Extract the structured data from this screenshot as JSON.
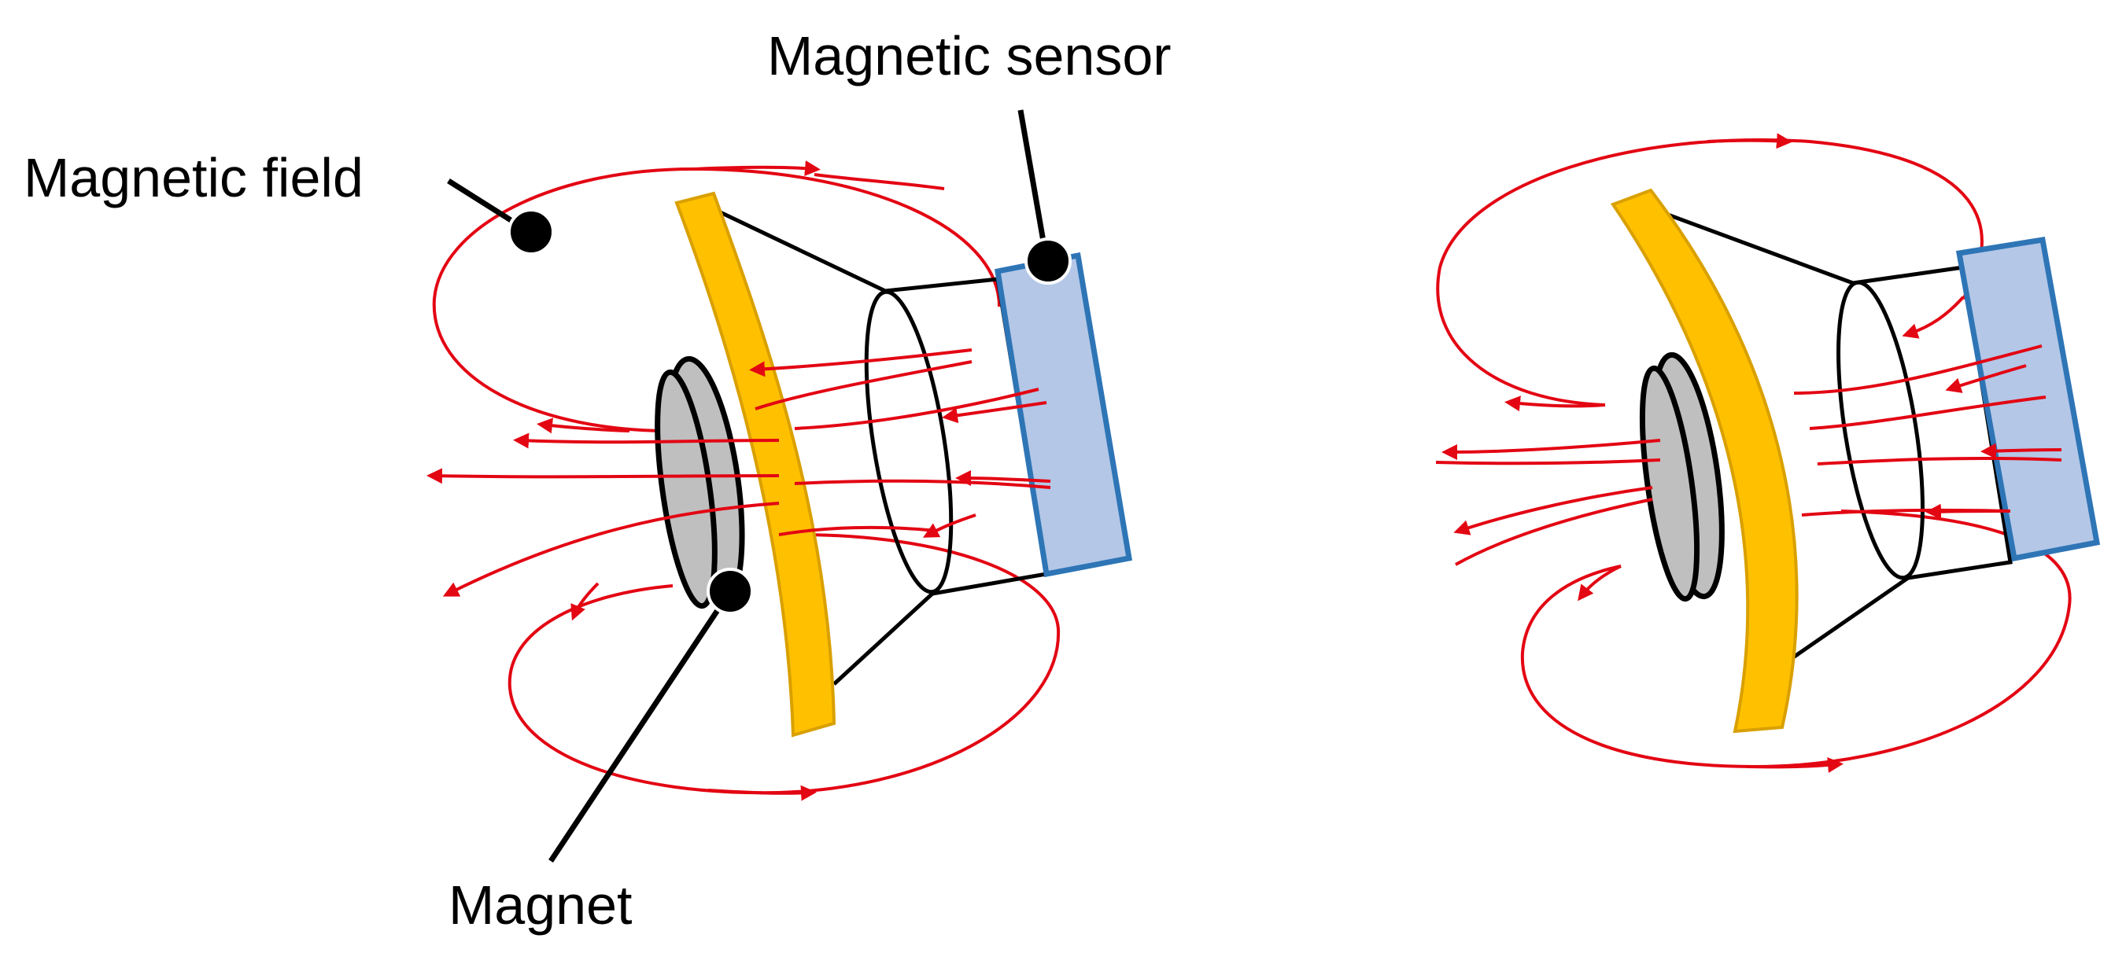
{
  "labels": {
    "magnetic_sensor": "Magnetic sensor",
    "magnetic_field": "Magnetic field",
    "magnet": "Magnet"
  },
  "colors": {
    "field_lines": "#e30613",
    "membrane": "#ffc000",
    "membrane_edge": "#d9a000",
    "sensor_fill": "#b4c7e7",
    "sensor_edge": "#2e75b6",
    "magnet_fill": "#bfbfbf",
    "outline": "#000000"
  }
}
